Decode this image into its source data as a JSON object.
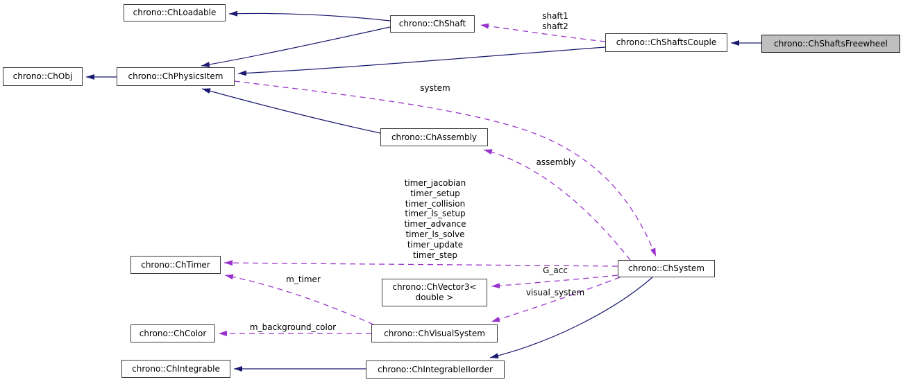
{
  "colors": {
    "background": "#ffffff",
    "inheritance_edge": "#191970",
    "member_edge": "#9a32cd",
    "node_border": "#3c3c3c",
    "node_fill": "#ffffff",
    "highlighted_node_fill": "#bfbfbf",
    "text": "#000000"
  },
  "nodes": {
    "chloadable": {
      "label": "chrono::ChLoadable"
    },
    "chshaft": {
      "label": "chrono::ChShaft"
    },
    "chshaftscouple": {
      "label": "chrono::ChShaftsCouple"
    },
    "chshaftsfreewheel": {
      "label": "chrono::ChShaftsFreewheel"
    },
    "chobj": {
      "label": "chrono::ChObj"
    },
    "chphysicsitem": {
      "label": "chrono::ChPhysicsItem"
    },
    "chassembly": {
      "label": "chrono::ChAssembly"
    },
    "chtimer": {
      "label": "chrono::ChTimer"
    },
    "chsystem": {
      "label": "chrono::ChSystem"
    },
    "chvector3": {
      "label": "chrono::ChVector3<\ndouble >"
    },
    "chcolor": {
      "label": "chrono::ChColor"
    },
    "chvisualsystem": {
      "label": "chrono::ChVisualSystem"
    },
    "chintegrable": {
      "label": "chrono::ChIntegrable"
    },
    "chintegrableiiorder": {
      "label": "chrono::ChIntegrableIIorder"
    }
  },
  "edge_labels": {
    "shafts": "shaft1\nshaft2",
    "system": "system",
    "assembly": "assembly",
    "timers": "timer_jacobian\ntimer_setup\ntimer_collision\ntimer_ls_setup\ntimer_advance\ntimer_ls_solve\ntimer_update\ntimer_step",
    "m_timer": "m_timer",
    "g_acc": "G_acc",
    "visual_system": "visual_system",
    "m_background_color": "m_background_color"
  }
}
